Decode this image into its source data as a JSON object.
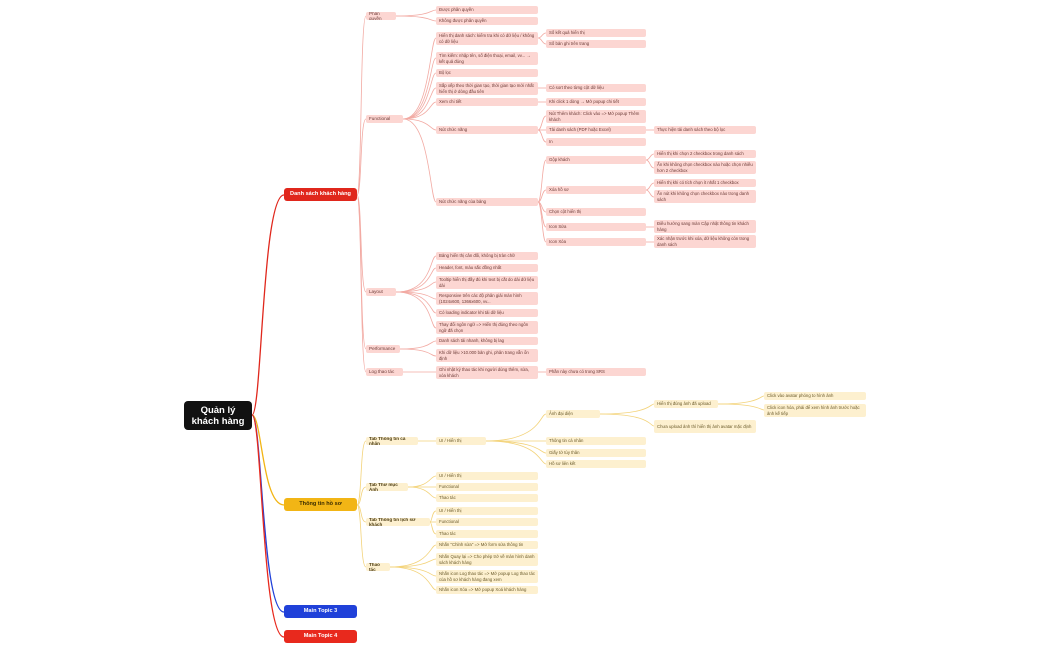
{
  "root": {
    "label": "Quản lý khách hàng"
  },
  "main_topics": [
    {
      "label": "Danh sách khách hàng",
      "color": "#e0271c"
    },
    {
      "label": "Thông tin hồ sơ",
      "color": "#f2b515"
    },
    {
      "label": "Main Topic 3",
      "color": "#2041d9"
    },
    {
      "label": "Main Topic 4",
      "color": "#e8291d"
    }
  ],
  "ds": {
    "phan_quyen": {
      "label": "Phân quyền",
      "items": [
        "Được phân quyền",
        "Không được phân quyền"
      ]
    },
    "functional": {
      "label": "Functional",
      "hien_thi": {
        "label": "Hiển thị danh sách: kiểm tra khi có dữ liệu / không có dữ liệu",
        "items": [
          "Số kết quả hiển thị",
          "Số bản ghi trên trang"
        ]
      },
      "tim_kiem": "Tìm kiếm: nhập tên, số điện thoại, email, vv... → kết quả đúng",
      "bo_loc": "Bộ lọc",
      "sap_xep": {
        "label": "Sắp xếp theo thời gian tạo, thời gian tạo mới nhất hiển thị ở dòng đầu tiên",
        "item": "Có sort theo từng cột dữ liệu"
      },
      "xem_chi_tiet": {
        "label": "Xem chi tiết",
        "item": "Khi click 1 dòng → Mở popup chi tiết"
      },
      "nut_chuc_nang": {
        "label": "Nút chức năng",
        "items": [
          "Nút Thêm khách: Click vào => Mở popup Thêm khách",
          "Tải danh sách (PDF hoặc Excel)",
          "In"
        ],
        "tai_ds_item": "Thực hiện tải danh sách theo bộ lọc"
      },
      "nut_bang": {
        "label": "Nút chức năng của bảng",
        "gop_khach": {
          "label": "Gộp khách",
          "items": [
            "Hiển thị khi chọn 2 checkbox trong danh sách",
            "Ẩn khi không chọn checkbox nào hoặc chọn nhiều hơn 2 checkbox"
          ]
        },
        "xoa_ho_so": {
          "label": "Xóa hồ sơ",
          "items": [
            "Hiển thị khi có tích chọn ít nhất 1 checkbox",
            "Ẩn nút khi không chọn checkbox nào trong danh sách"
          ]
        },
        "chon_cot": "Chọn cột hiển thị",
        "icon_sua": {
          "label": "Icon Sửa",
          "item": "Điều hướng sang màn Cập nhật thông tin khách hàng"
        },
        "icon_xoa": {
          "label": "Icon Xóa",
          "item": "Xác nhận trước khi xóa, dữ liệu không còn trong danh sách"
        }
      }
    },
    "layout": {
      "label": "Layout",
      "items": [
        "Bảng hiển thị cân đối, không bị tràn chữ",
        "Header, font, màu sắc đồng nhất",
        "Tooltip hiển thị đầy đủ khi text bị cắt do dài dữ liệu dài",
        "Responsive trên các độ phân giải màn hình (1024x600, 1366x600, vv...",
        "Có loading indicator khi tải dữ liệu",
        "Thay đổi ngôn ngữ => Hiển thị đúng theo ngôn ngữ đã chọn"
      ]
    },
    "performance": {
      "label": "Performance",
      "items": [
        "Danh sách tải nhanh, không bị lag",
        "Khi dữ liệu >10.000 bản ghi, phân trang vẫn ổn định"
      ]
    },
    "log": {
      "label": "Log thao tác",
      "item": "Ghi nhật ký thao tác khi người dùng thêm, sửa, xóa khách",
      "sub": "Phần này chưa có trong SRS"
    }
  },
  "tt": {
    "tab_ca_nhan": {
      "label": "Tab Thông tin cá nhân",
      "ui": "UI / Hiển thị",
      "anh_dai_dien": "Ảnh đại diện",
      "hien_thi_anh": "Hiển thị đúng ảnh đã upload",
      "click_avatar": [
        "Click vào avatar phóng to hình ảnh",
        "Click icon hóa, phải để xem hình ảnh trước hoặc ảnh kế tiếp"
      ],
      "chua_upload": "Chưa upload ảnh thì hiển thị ảnh avatar mặc định",
      "others": [
        "Thông tin cá nhân",
        "Giấy tờ tùy thân",
        "Hồ sơ liên kết"
      ]
    },
    "tab_thu_muc": {
      "label": "Tab Thư mục Ảnh",
      "items": [
        "UI / Hiển thị",
        "Functional",
        "Thao tác"
      ]
    },
    "tab_lich_su": {
      "label": "Tab Thông tin lịch sử khách",
      "items": [
        "UI / Hiển thị",
        "Functional",
        "Thao tác"
      ]
    },
    "thao_tac": {
      "label": "Thao tác",
      "items": [
        "Nhấn \"Chỉnh sửa\" => Mở form sửa thông tin",
        "Nhấn Quay lại => Cho phép trở về màn hình danh sách khách hàng",
        "Nhấn icon Log thao tác => Mở popup Log thao tác của hồ sơ khách hàng đang xem",
        "Nhấn icon Xóa => Mở popup Xoá khách hàng"
      ]
    }
  }
}
